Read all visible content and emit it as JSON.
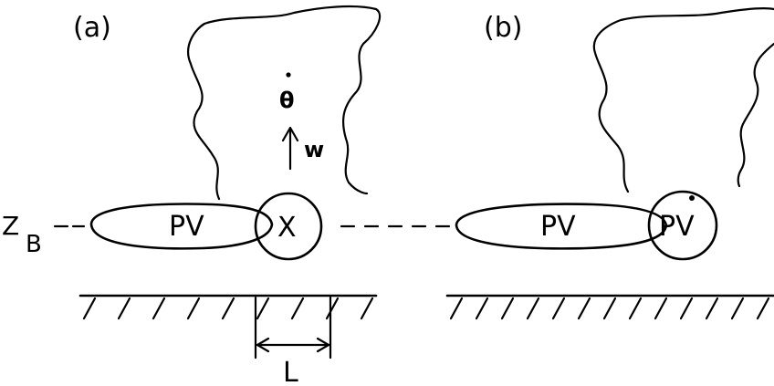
{
  "panels": {
    "a": {
      "label": "(a)",
      "pv_label": "PV",
      "circle_label": "X",
      "theta_label": "θ",
      "w_label": "w",
      "zb_label": "Z",
      "zb_sub": "B",
      "length_label": "L"
    },
    "b": {
      "label": "(b)",
      "pv_label": "PV",
      "circle_label": "PV"
    }
  },
  "colors": {
    "ink": "#000000",
    "background": "#ffffff"
  }
}
